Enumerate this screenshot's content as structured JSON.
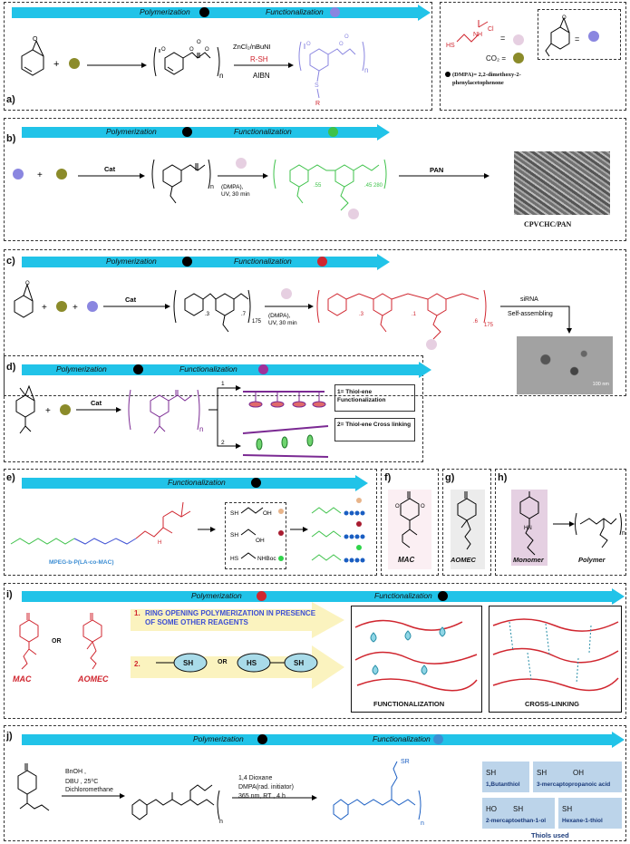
{
  "colors": {
    "arrow": "#21c3e8",
    "black": "#000000",
    "purple": "#8a86e0",
    "olive": "#8b8b2a",
    "green": "#3ec24a",
    "red": "#d0262f",
    "magenta": "#a1319a",
    "blue": "#3d8ed3",
    "pink": "#e6cfe1"
  },
  "panels": {
    "a": {
      "label": "a)",
      "bar_left": "Polymerization",
      "bar_right": "Functionalization",
      "catalyst": "ZnCl₂/nBuNI",
      "thiol": "R-SH",
      "initiator": "AIBN",
      "n": "n",
      "S": "S",
      "R": "R",
      "legend_dmpa": "(DMPA)= 2,2-dimethoxy-2-phenylacetophenone",
      "legend_co2": "CO₂ =",
      "legend_hs": "HS",
      "legend_nh": "NH",
      "legend_cl": "Cl",
      "eq": "="
    },
    "b": {
      "label": "b)",
      "bar_left": "Polymerization",
      "bar_right": "Functionalization",
      "cat": "Cat",
      "dmpa": "(DMPA),",
      "uv": "UV, 30 min",
      "pan": "PAN",
      "product": "CPVCHC/PAN",
      "n": "n",
      "sub1": ".55",
      "sub2": ".45",
      "sub3": "280"
    },
    "c": {
      "label": "c)",
      "bar_left": "Polymerization",
      "bar_right": "Functionalization",
      "cat": "Cat",
      "dmpa": "(DMPA),",
      "uv": "UV, 30 min",
      "sirna": "siRNA",
      "self": "Self-assembling",
      "scale": "100 nm",
      "s1": ".3",
      ".s2": ".7",
      "s3": "175",
      "s4": ".3",
      "s5": ".1",
      "s6": ".6",
      "s7": "175"
    },
    "d": {
      "label": "d)",
      "bar_left": "Polymerization",
      "bar_right": "Functionalization",
      "cat": "Cat",
      "n": "n",
      "one": "1",
      "two": "2",
      "leg1": "1= Thiol-ene Functionalization",
      "leg2": "2= Thiol-ene Cross linking"
    },
    "e": {
      "label": "e)",
      "bar": "Functionalization",
      "polymer": "MPEG-b-P(LA-co-MAC)",
      "t1": "SH",
      "t1b": "OH",
      "t2": "SH",
      "t2b": "OH",
      "t3": "HS",
      "t3b": "NHBoc",
      "H": "H"
    },
    "f": {
      "label": "f)",
      "name": "MAC"
    },
    "g": {
      "label": "g)",
      "name": "AOMEC"
    },
    "h": {
      "label": "h)",
      "monomer": "Monomer",
      "polymer": "Polymer",
      "n": "n"
    },
    "i": {
      "label": "i)",
      "bar_left": "Polymerization",
      "bar_right": "Functionalization",
      "mac": "MAC",
      "or": "OR",
      "aomec": "AOMEC",
      "step1_num": "1.",
      "step1": "RING OPENING POLYMERIZATION IN PRESENCE OF SOME OTHER REAGENTS",
      "step2_num": "2.",
      "sh": "SH",
      "hs": "HS",
      "or2": "OR",
      "func": "FUNCTIONALIZATION",
      "cross": "CROSS-LINKING"
    },
    "j": {
      "label": "j)",
      "bar_left": "Polymerization",
      "bar_right": "Functionalization",
      "r1": "BnOH ,",
      "r2": "DBU , 25⁰C",
      "r3": "Dichloromethane",
      "c1": "1,4 Dioxane",
      "c2": "DMPA(rad. initiator)",
      "c3": "365 nm, RT , 4 h",
      "sr": "SR",
      "n": "n",
      "thiols": [
        {
          "name": "1,Butanthiol",
          "head": "SH"
        },
        {
          "name": "3-mercaptopropanoic acid",
          "head": "SH",
          "tail": "OH"
        },
        {
          "name": "2-mercaptoethan-1-ol",
          "head": "HO",
          "tail": "SH"
        },
        {
          "name": "Hexane-1-thiol",
          "head": "SH"
        }
      ],
      "thiols_used": "Thiols used"
    }
  }
}
